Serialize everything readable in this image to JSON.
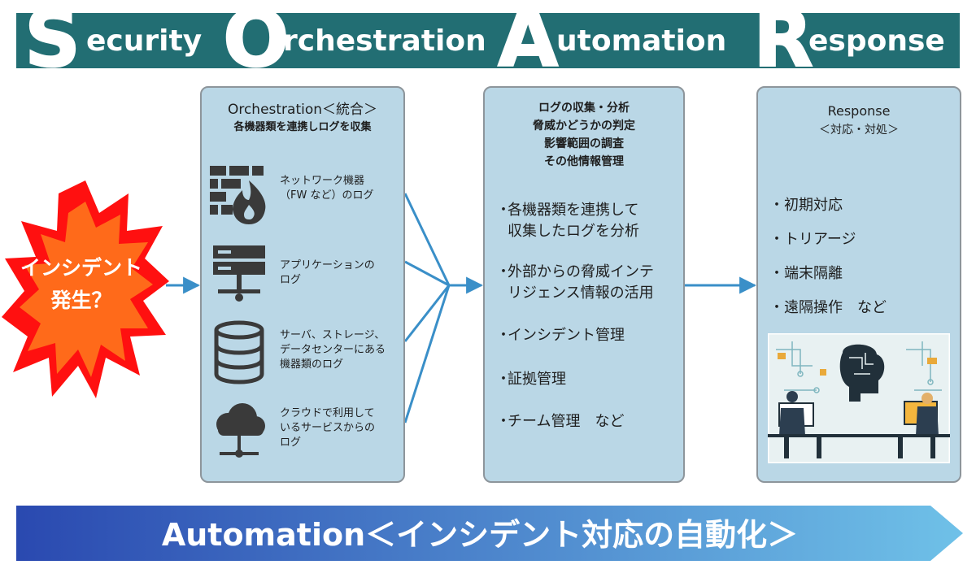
{
  "title": {
    "letters": [
      "S",
      "O",
      "A",
      "R"
    ],
    "words": [
      "ecurity",
      "rchestration",
      "utomation",
      "esponse"
    ]
  },
  "incident": {
    "line1": "インシデント",
    "line2": "発生？"
  },
  "orchestration": {
    "heading": "Orchestration＜統合＞",
    "subheading": "各機器類を連携しログを収集",
    "sources": [
      {
        "icon": "firewall-icon",
        "line1": "ネットワーク機器",
        "line2": "（FW など）のログ",
        "line3": ""
      },
      {
        "icon": "server-icon",
        "line1": "アプリケーションの",
        "line2": "ログ",
        "line3": ""
      },
      {
        "icon": "database-icon",
        "line1": "サーバ、ストレージ、",
        "line2": "データセンターにある",
        "line3": "機器類のログ"
      },
      {
        "icon": "cloud-network-icon",
        "line1": "クラウドで利用して",
        "line2": "いるサービスからの",
        "line3": "ログ"
      }
    ]
  },
  "analysis": {
    "heading_lines": [
      "ログの収集・分析",
      "脅威かどうかの判定",
      "影響範囲の調査",
      "その他情報管理"
    ],
    "bullets": [
      {
        "line1": "各機器類を連携して",
        "line2": "収集したログを分析"
      },
      {
        "line1": "外部からの脅威インテ",
        "line2": "リジェンス情報の活用"
      },
      {
        "line1": "インシデント管理",
        "line2": ""
      },
      {
        "line1": "証拠管理",
        "line2": ""
      },
      {
        "line1": "チーム管理　など",
        "line2": ""
      }
    ]
  },
  "response": {
    "heading": "Response",
    "subheading": "＜対応・対処＞",
    "bullets": [
      "初期対応",
      "トリアージ",
      "端末隔離",
      "遠隔操作　など"
    ]
  },
  "automation": {
    "label": "Automation＜インシデント対応の自動化＞"
  },
  "colors": {
    "banner": "#226e73",
    "panel": "#bad7e6",
    "panel_border": "#8d959b",
    "connector": "#3a8fc8",
    "burst_outer": "#ff1010",
    "burst_inner": "#ff6a1a",
    "automation_start": "#2a49b0",
    "automation_end": "#6fc1e8",
    "icon": "#3a3a3a"
  },
  "bullet_mark": "・"
}
